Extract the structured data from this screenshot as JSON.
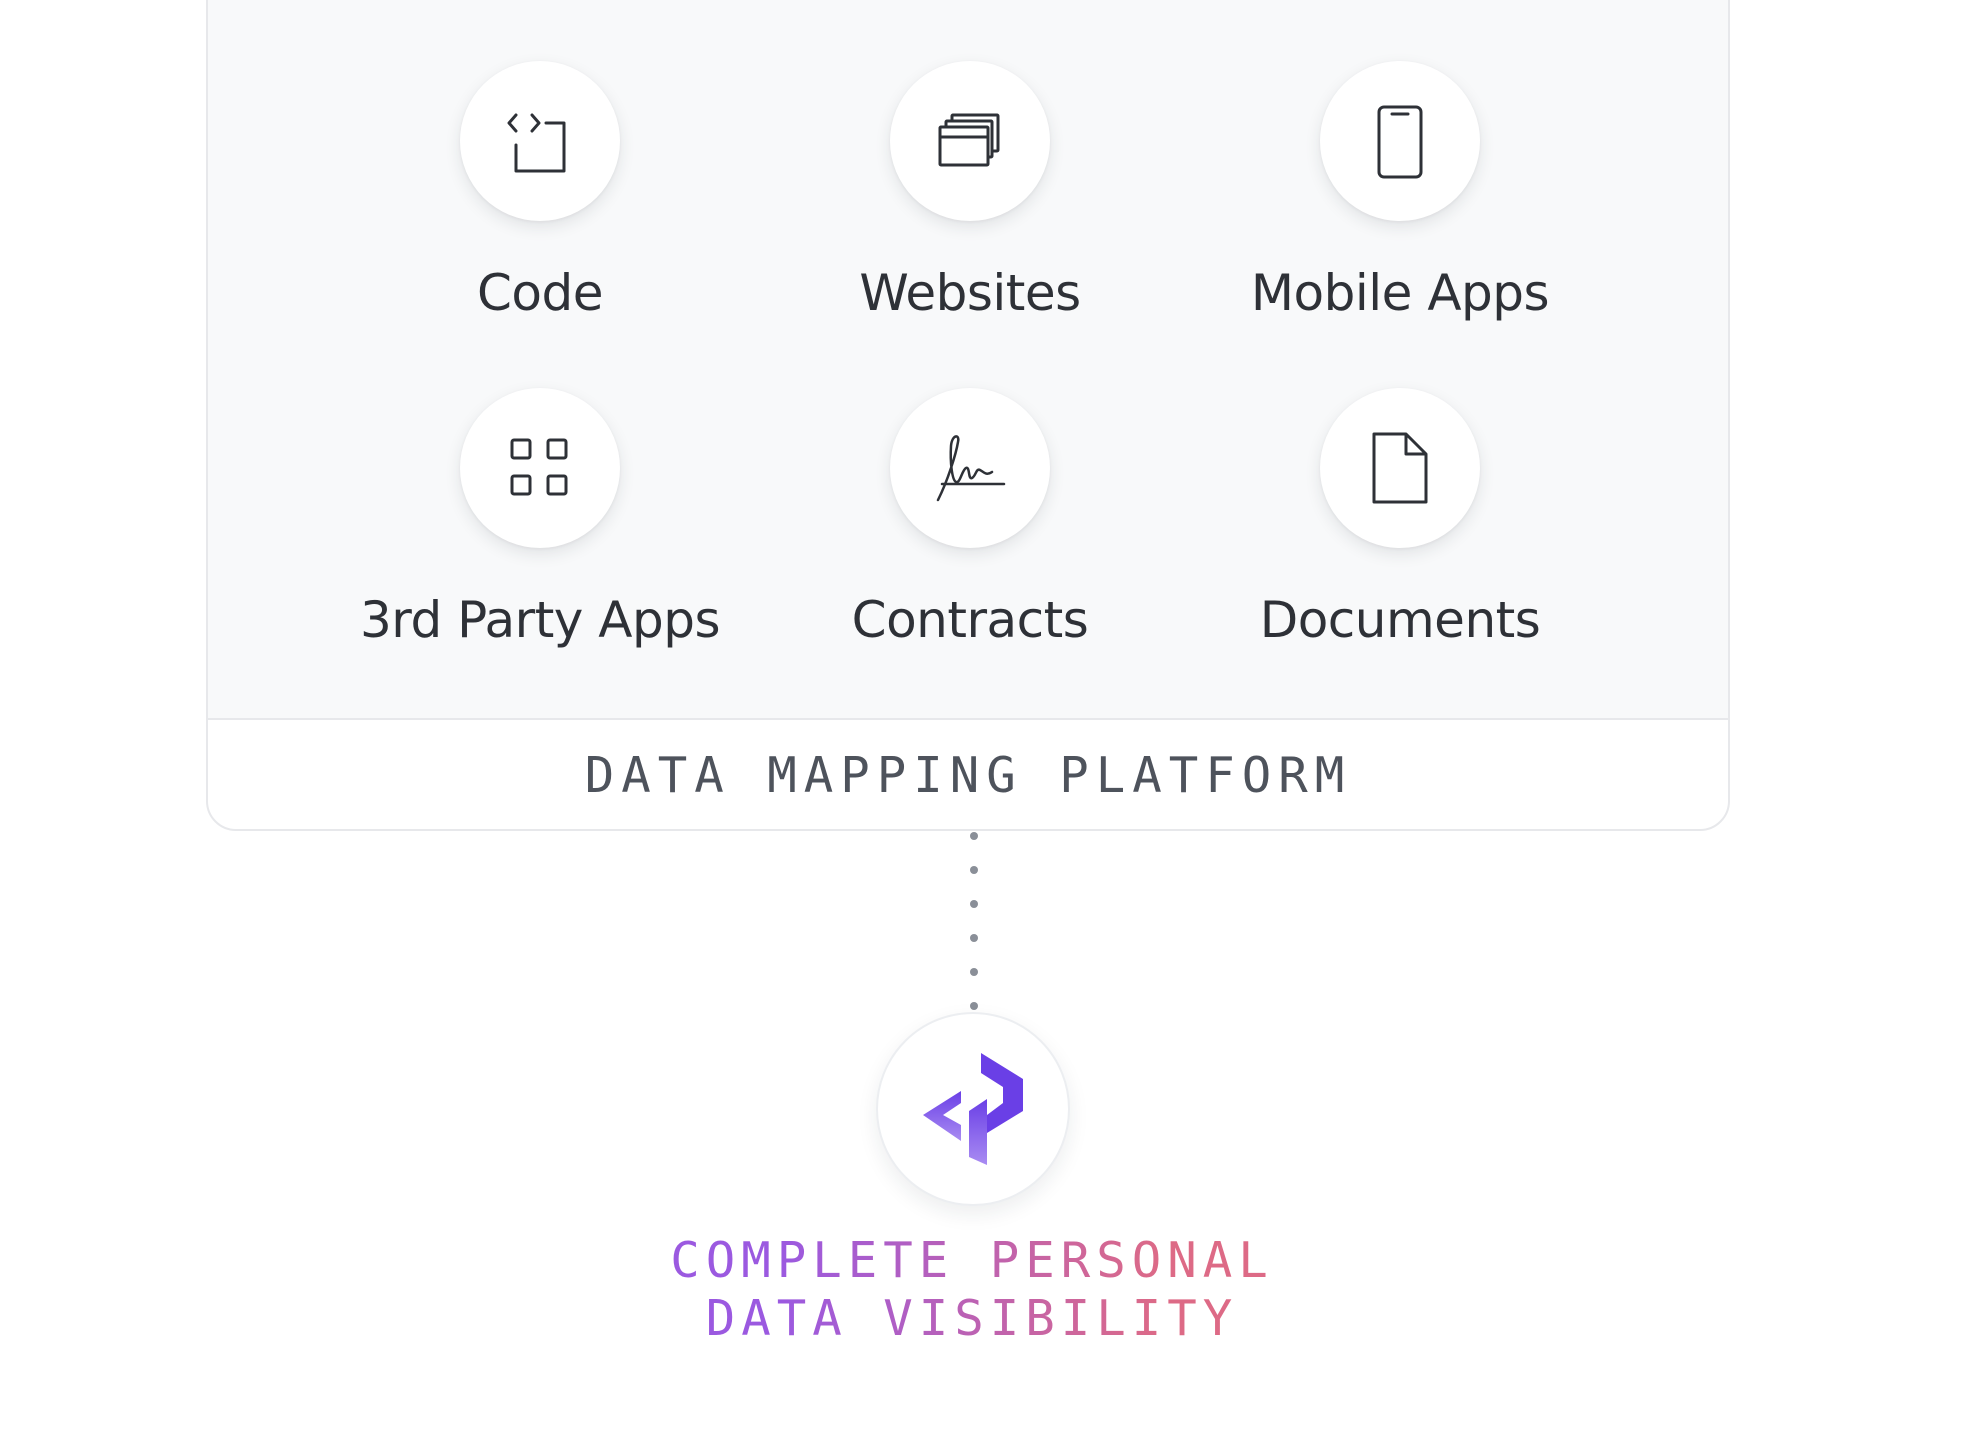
{
  "sources": [
    {
      "label": "Code",
      "icon": "code-window-icon"
    },
    {
      "label": "Websites",
      "icon": "browser-windows-icon"
    },
    {
      "label": "Mobile Apps",
      "icon": "mobile-phone-icon"
    },
    {
      "label": "3rd Party Apps",
      "icon": "app-grid-icon"
    },
    {
      "label": "Contracts",
      "icon": "signature-icon"
    },
    {
      "label": "Documents",
      "icon": "document-icon"
    }
  ],
  "platform": {
    "label": "DATA MAPPING PLATFORM"
  },
  "result": {
    "logo": "brand-logo-icon",
    "line1": "COMPLETE PERSONAL",
    "line2": "DATA VISIBILITY"
  },
  "colors": {
    "icon_stroke": "#2e3137",
    "card_background": "#f8f9fa",
    "card_border": "#e7e8eb",
    "connector_dots": "#8a8f98",
    "logo_primary": "#6a3fe6",
    "logo_light": "#a98cf2",
    "gradient_start": "#9b59e0",
    "gradient_end": "#dd6a86"
  }
}
